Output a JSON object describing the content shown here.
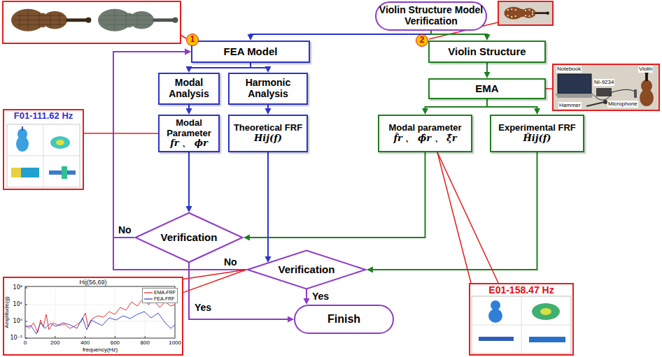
{
  "diagram": {
    "nodes": [
      {
        "text": [
          "Violin Structure Model Verification"
        ]
      },
      {
        "text": [
          "FEA Model"
        ]
      },
      {
        "text": [
          "Violin Structure"
        ]
      },
      {
        "text": [
          "Modal Analysis"
        ]
      },
      {
        "text": [
          "Harmonic Analysis"
        ]
      },
      {
        "text": [
          "EMA"
        ]
      },
      {
        "text": [
          "Modal Parameter",
          "fr 、 ϕr"
        ]
      },
      {
        "text": [
          "Theoretical FRF",
          "Hij(f)"
        ]
      },
      {
        "text": [
          "Modal parameter",
          "f̂r 、 ϕ̂r 、 ξ̂r"
        ]
      },
      {
        "text": [
          "Experimental FRF",
          "Ĥij(f)"
        ]
      },
      {
        "text": [
          "Verification"
        ]
      },
      {
        "text": [
          "Verification"
        ]
      },
      {
        "text": [
          "Finish"
        ]
      },
      {
        "text": [
          "F01-111.62 Hz"
        ]
      },
      {
        "text": [
          "Hij(56,69)"
        ]
      },
      {
        "text": [
          "E01-158.47 Hz"
        ]
      }
    ],
    "edges": [
      {
        "from": 0,
        "to": 1,
        "arrow": "to"
      },
      {
        "from": 0,
        "to": 2,
        "arrow": "to"
      },
      {
        "from": 1,
        "to": 3,
        "arrow": "to"
      },
      {
        "from": 1,
        "to": 4,
        "arrow": "to"
      },
      {
        "from": 2,
        "to": 5,
        "arrow": "to"
      },
      {
        "from": 3,
        "to": 6,
        "arrow": "to"
      },
      {
        "from": 4,
        "to": 7,
        "arrow": "to"
      },
      {
        "from": 5,
        "to": 8,
        "arrow": "to"
      },
      {
        "from": 5,
        "to": 9,
        "arrow": "to"
      },
      {
        "from": 6,
        "to": 10,
        "arrow": "to"
      },
      {
        "from": 8,
        "to": 10,
        "arrow": "to"
      },
      {
        "from": 7,
        "to": 11,
        "arrow": "to"
      },
      {
        "from": 9,
        "to": 11,
        "arrow": "to"
      },
      {
        "from": 10,
        "to": 1,
        "label": "No",
        "arrow": "to"
      },
      {
        "from": 10,
        "to": 12,
        "label": "Yes",
        "arrow": "to"
      },
      {
        "from": 11,
        "to": 1,
        "label": "No",
        "arrow": "to"
      },
      {
        "from": 11,
        "to": 12,
        "label": "Yes",
        "arrow": "to"
      },
      {
        "from": 13,
        "to": 6,
        "arrow": "none"
      },
      {
        "from": 14,
        "to": 11,
        "arrow": "none"
      },
      {
        "from": 14,
        "to": 11,
        "arrow": "none"
      },
      {
        "from": 15,
        "to": 8,
        "arrow": "none"
      },
      {
        "from": 15,
        "to": 8,
        "arrow": "none"
      }
    ],
    "labels": [
      "1",
      "2",
      "Notebook",
      "NI-9234",
      "Violin",
      "Hammer",
      "Microphone",
      "10⁴",
      "10²",
      "10⁰",
      "10⁻²",
      "0",
      "200",
      "400",
      "600",
      "800",
      "1000",
      "Amplitude(g)",
      "frequency(Hz)"
    ],
    "legend": [
      {
        "text": "EMA-FRF"
      },
      {
        "text": "FEA-FRF"
      }
    ]
  }
}
